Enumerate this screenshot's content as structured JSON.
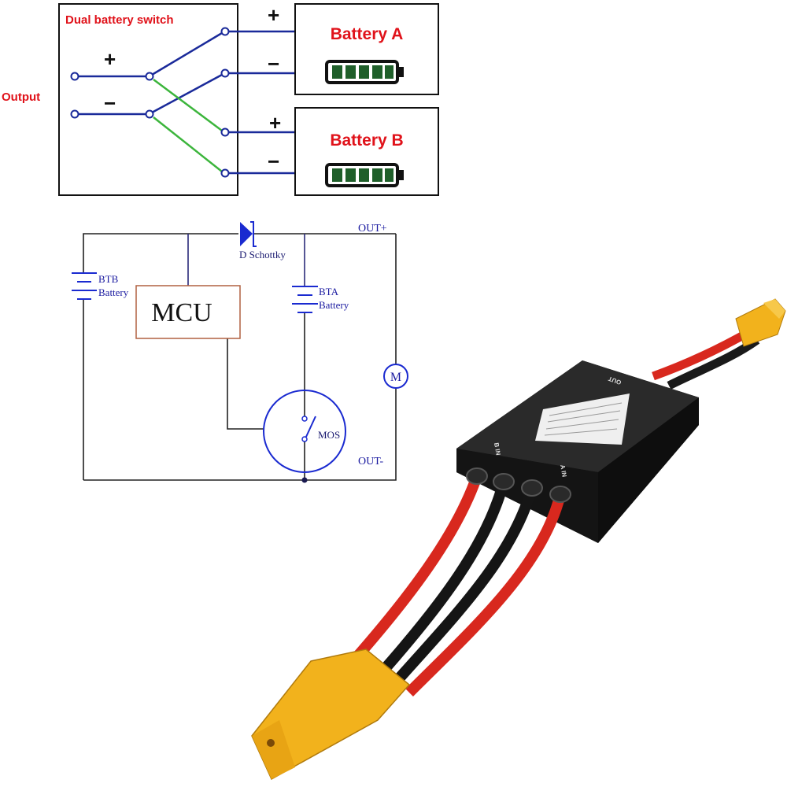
{
  "switch_diagram": {
    "title": "Dual battery switch",
    "output_label": "Output",
    "plus": "+",
    "minus": "−",
    "battery_a": {
      "label": "Battery A",
      "plus": "+",
      "minus": "−"
    },
    "battery_b": {
      "label": "Battery B",
      "plus": "+",
      "minus": "−"
    }
  },
  "circuit": {
    "diode_label": "D Schottky",
    "out_plus": "OUT+",
    "out_minus": "OUT-",
    "btb_line1": "BTB",
    "btb_line2": "Battery",
    "bta_line1": "BTA",
    "bta_line2": "Battery",
    "mcu_label": "MCU",
    "motor_label": "M",
    "mos_label": "MOS"
  },
  "product": {
    "out_label": "OUT",
    "in_b_label": "B IN",
    "in_a_label": "A IN"
  },
  "colors": {
    "label_red": "#e0121a",
    "wire_blue": "#1a2a9a",
    "switch_green": "#3cb53c",
    "battery_green": "#1f5f2a",
    "connector_yellow": "#f2b21c",
    "cable_red": "#d8281e"
  }
}
